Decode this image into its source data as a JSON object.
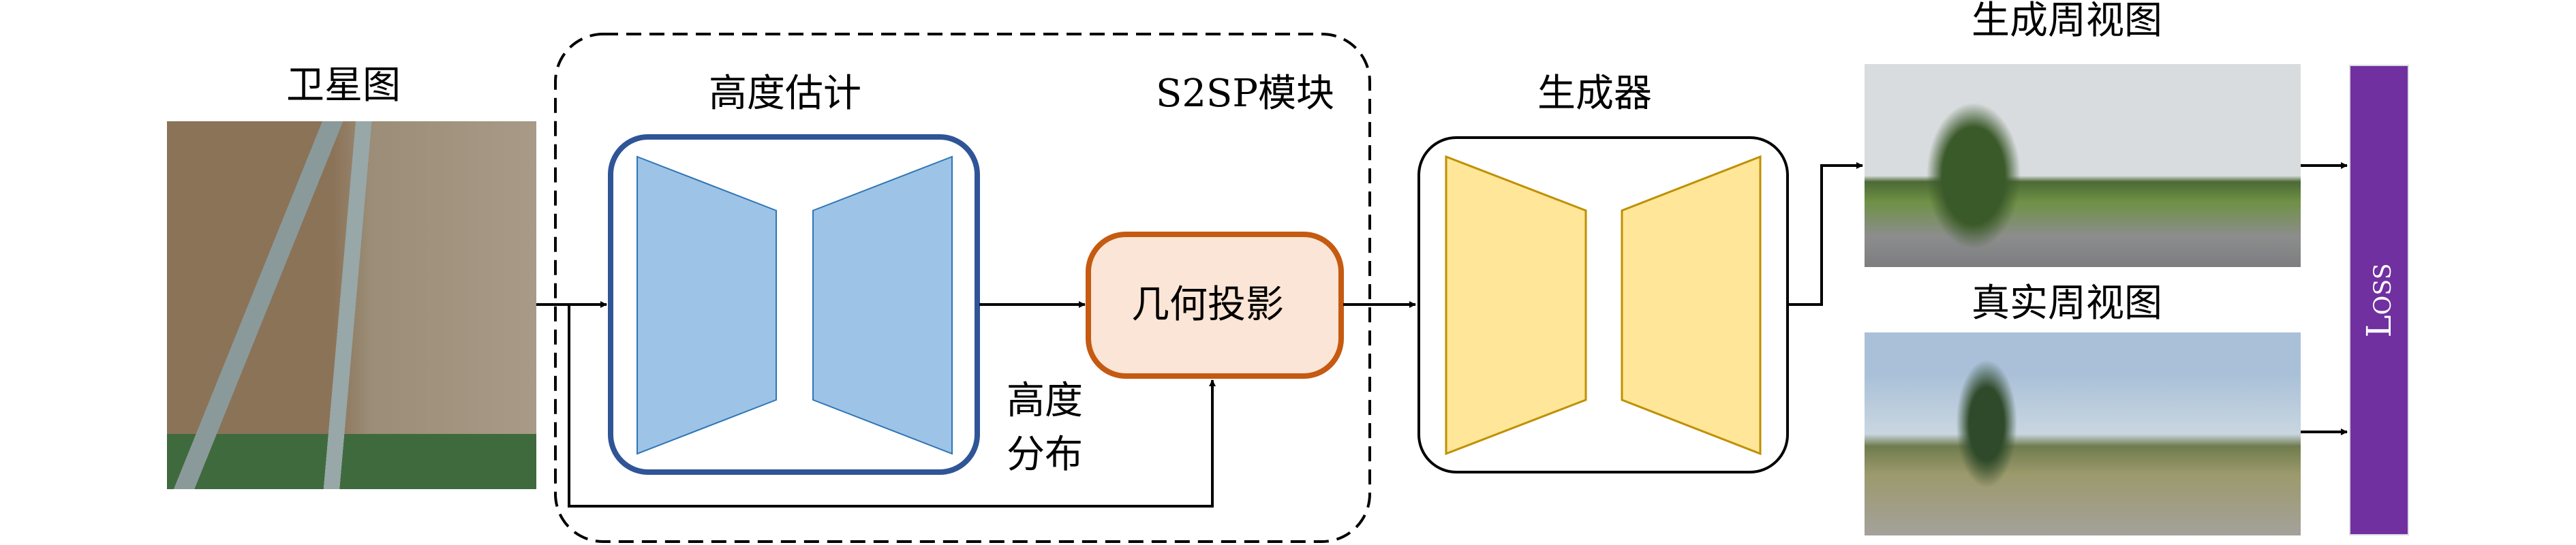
{
  "labels": {
    "satellite": "卫星图",
    "height_estimation": "高度估计",
    "module": "S2SP模块",
    "projection": "几何投影",
    "height_distribution_line1": "高度",
    "height_distribution_line2": "分布",
    "generator": "生成器",
    "generated_view": "生成周视图",
    "real_view": "真实周视图",
    "loss": "Loss"
  },
  "colors": {
    "height_box": "#2F5597",
    "height_fill": "#9DC3E6",
    "projection_border": "#C55A11",
    "projection_fill": "#FBE5D6",
    "generator_fill": "#FFE699",
    "generator_stroke": "#BF9000",
    "loss": "#7030A0"
  }
}
